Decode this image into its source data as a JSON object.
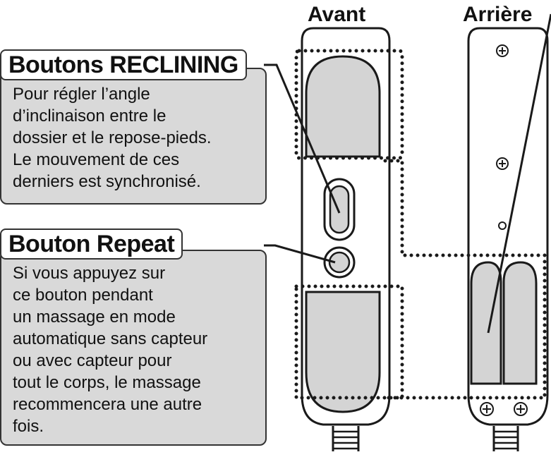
{
  "labels": {
    "front": "Avant",
    "back": "Arrière"
  },
  "reclining": {
    "title": "Boutons RECLINING",
    "body": "Pour régler l’angle\nd’inclinaison entre le\ndossier et le repose-pieds.\nLe mouvement de ces\nderniers est synchronisé."
  },
  "repeat": {
    "title": "Bouton Repeat",
    "body": "Si vous appuyez sur\nce bouton pendant\nun massage en mode\nautomatique sans capteur\nou avec capteur pour\ntout le corps, le massage\nrecommencera une autre\nfois."
  },
  "colors": {
    "callout_fill": "#d9d9d9",
    "button_fill": "#d4d4d4",
    "outline": "#1a1a1a"
  }
}
